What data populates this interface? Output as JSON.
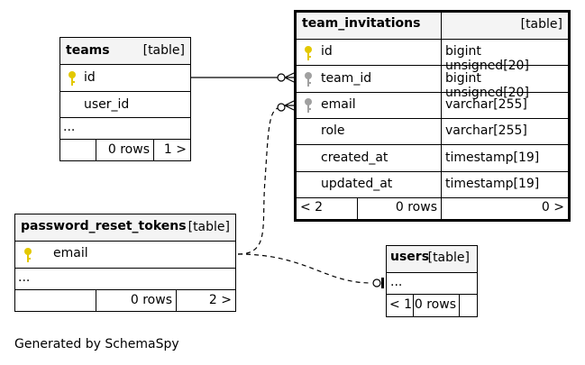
{
  "tables": {
    "teams": {
      "name": "teams",
      "type": "[table]",
      "columns": [
        {
          "name": "id",
          "key": "primary"
        },
        {
          "name": "user_id",
          "key": ""
        }
      ],
      "more": "...",
      "footer": {
        "left": "",
        "rows": "0 rows",
        "right": "1 >"
      }
    },
    "team_invitations": {
      "name": "team_invitations",
      "type": "[table]",
      "columns": [
        {
          "name": "id",
          "datatype": "bigint unsigned[20]",
          "key": "primary"
        },
        {
          "name": "team_id",
          "datatype": "bigint unsigned[20]",
          "key": "foreign"
        },
        {
          "name": "email",
          "datatype": "varchar[255]",
          "key": "foreign"
        },
        {
          "name": "role",
          "datatype": "varchar[255]",
          "key": ""
        },
        {
          "name": "created_at",
          "datatype": "timestamp[19]",
          "key": ""
        },
        {
          "name": "updated_at",
          "datatype": "timestamp[19]",
          "key": ""
        }
      ],
      "footer": {
        "left": "< 2",
        "rows": "0 rows",
        "right": "0 >"
      }
    },
    "password_reset_tokens": {
      "name": "password_reset_tokens",
      "type": "[table]",
      "columns": [
        {
          "name": "email",
          "key": "primary"
        }
      ],
      "more": "...",
      "footer": {
        "left": "",
        "rows": "0 rows",
        "right": "2 >"
      }
    },
    "users": {
      "name": "users",
      "type": "[table]",
      "more": "...",
      "footer": {
        "left": "< 1",
        "rows": "0 rows",
        "right": ""
      }
    }
  },
  "caption": "Generated by SchemaSpy",
  "colors": {
    "primary_key": "#e3c800",
    "foreign_key": "#a0a0a0",
    "header_bg": "#f4f4f4",
    "line": "#000000"
  }
}
